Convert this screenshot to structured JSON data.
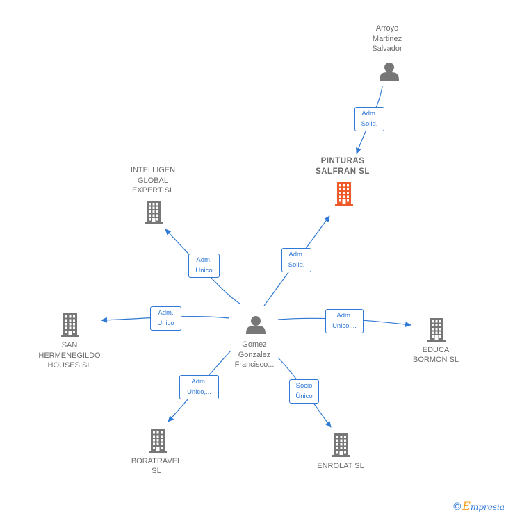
{
  "nodes": [
    {
      "id": "arroyo",
      "type": "person",
      "label": "Arroyo\nMartinez\nSalvador",
      "focus": false
    },
    {
      "id": "pinturas",
      "type": "company",
      "label": "PINTURAS\nSALFRAN  SL",
      "focus": true
    },
    {
      "id": "intelligen",
      "type": "company",
      "label": "INTELLIGEN\nGLOBAL\nEXPERT  SL",
      "focus": false
    },
    {
      "id": "gomez",
      "type": "person",
      "label": "Gomez\nGonzalez\nFrancisco...",
      "focus": false
    },
    {
      "id": "san",
      "type": "company",
      "label": "SAN\nHERMENEGILDO\nHOUSES  SL",
      "focus": false
    },
    {
      "id": "educa",
      "type": "company",
      "label": "EDUCA\nBORMON  SL",
      "focus": false
    },
    {
      "id": "boratravel",
      "type": "company",
      "label": "BORATRAVEL\nSL",
      "focus": false
    },
    {
      "id": "enrolat",
      "type": "company",
      "label": "ENROLAT SL",
      "focus": false
    }
  ],
  "edges": [
    {
      "from": "arroyo",
      "to": "pinturas",
      "label": "Adm.\nSolid."
    },
    {
      "from": "gomez",
      "to": "pinturas",
      "label": "Adm.\nSolid."
    },
    {
      "from": "gomez",
      "to": "intelligen",
      "label": "Adm.\nUnico"
    },
    {
      "from": "gomez",
      "to": "san",
      "label": "Adm.\nUnico"
    },
    {
      "from": "gomez",
      "to": "educa",
      "label": "Adm.\nUnico,..."
    },
    {
      "from": "gomez",
      "to": "boratravel",
      "label": "Adm.\nUnico,..."
    },
    {
      "from": "gomez",
      "to": "enrolat",
      "label": "Socio\nÚnico"
    }
  ],
  "colors": {
    "edge": "#2f78d4",
    "company": "#777777",
    "focus_company": "#f05a2a",
    "person": "#777777"
  },
  "icons": {
    "company": "building-icon",
    "person": "person-icon"
  },
  "brand": {
    "symbol": "©",
    "initial": "E",
    "name": "mpresia"
  }
}
